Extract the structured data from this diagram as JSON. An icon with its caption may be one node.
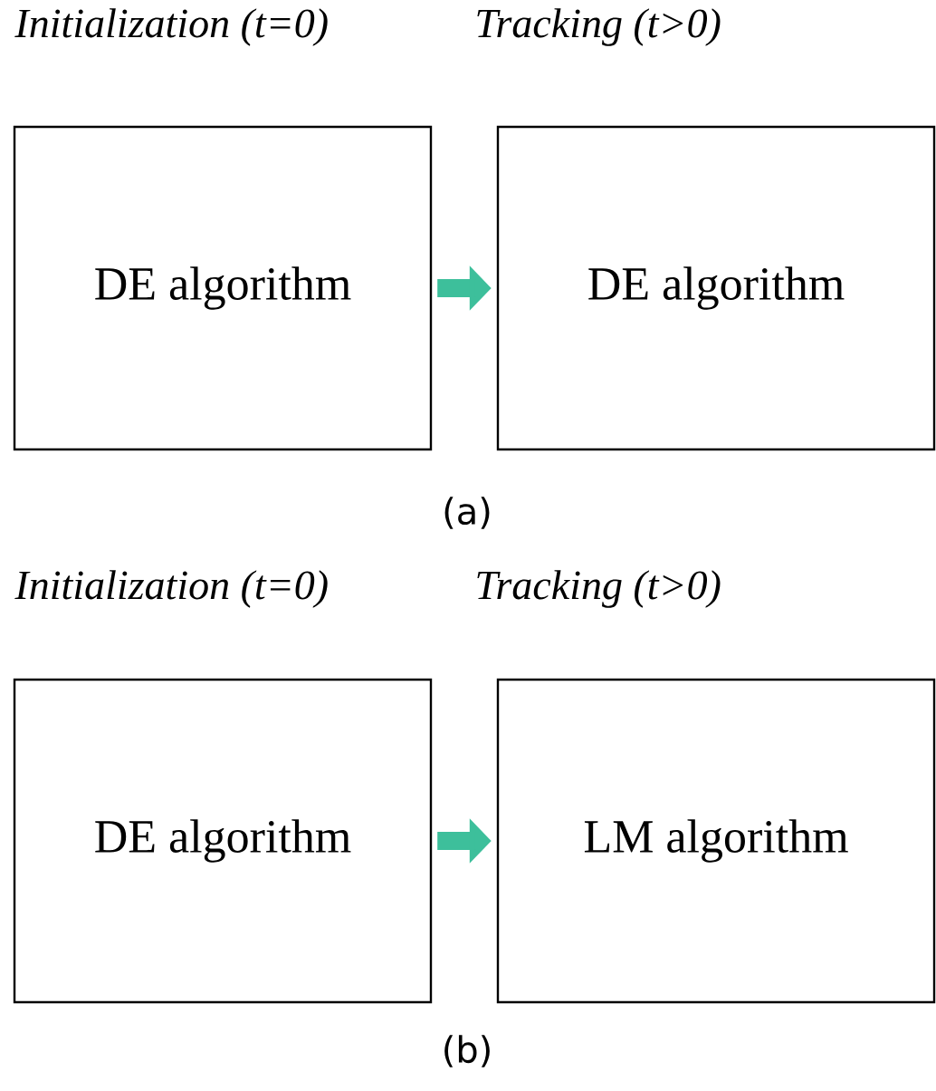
{
  "diagram": {
    "nodes": [
      {
        "text": [
          "Initialization (t=0)",
          "DE algorithm"
        ]
      },
      {
        "text": [
          "Tracking (t>0)",
          "DE algorithm"
        ]
      },
      {
        "text": [
          "Initialization (t=0)",
          "DE algorithm"
        ]
      },
      {
        "text": [
          "Tracking (t>0)",
          "LM algorithm"
        ]
      }
    ],
    "edges": [
      {
        "from": 0,
        "to": 1,
        "arrow": "to"
      },
      {
        "from": 2,
        "to": 3,
        "arrow": "to"
      }
    ],
    "labels": [
      "(a)",
      "(b)"
    ]
  }
}
